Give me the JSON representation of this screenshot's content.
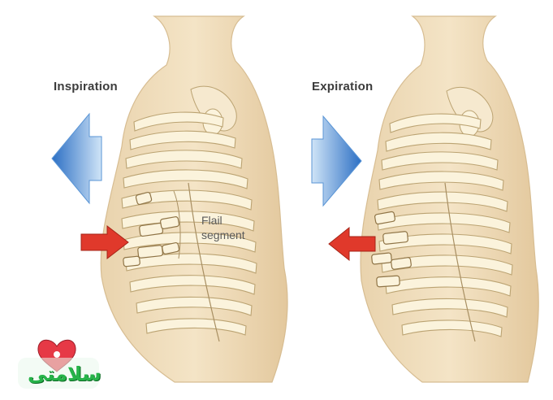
{
  "panels": [
    {
      "label": "Inspiration",
      "airflow": "outward",
      "flail_motion": "inward"
    },
    {
      "label": "Expiration",
      "airflow": "inward",
      "flail_motion": "outward"
    }
  ],
  "annotation": {
    "line1": "Flail",
    "line2": "segment"
  },
  "watermark": {
    "text": "سلامتی",
    "heart_color": "#e63946",
    "text_color": "#27b34a"
  },
  "colors": {
    "skin": "#f0dfc0",
    "skin_shadow": "#dcc29a",
    "bone": "#fbf3dc",
    "bone_outline": "#bba372",
    "air_arrow": "#3a86d4",
    "flail_arrow": "#e0392b"
  }
}
